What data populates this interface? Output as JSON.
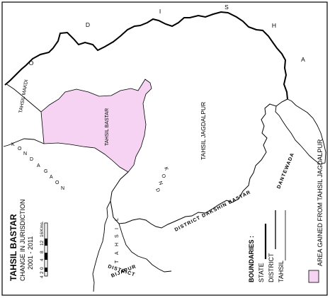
{
  "colors": {
    "area_gained": "#f6d3f2",
    "line": "#000000",
    "background": "#ffffff"
  },
  "labels": {
    "title": "TAHSIL BASTAR",
    "subtitle1": "CHANGE IN JURISDICTION",
    "subtitle2": "2001 - 2011",
    "odisha": [
      "O",
      "D",
      "I",
      "S",
      "H",
      "A"
    ],
    "tahsil_makdi": "TAHSIL MAKDI",
    "kondagaon": [
      "K",
      "O",
      "N",
      "D",
      "A",
      "G",
      "A",
      "O",
      "N"
    ],
    "tahsil_bastar": "TAHSIL BASTAR",
    "tahsil_jagdalpur": "TAHSIL JAGDALPUR",
    "dantewada": "DANTEWADA",
    "district_dakshin_bastar": "DISTRICT  DAKSHIN BASTAR",
    "tahsil_letters": [
      "T",
      "A",
      "H",
      "S",
      "I",
      "L"
    ],
    "district_word": "DISTRICT",
    "bijapur": "BIJAPUR"
  },
  "scale_bar": {
    "ticks": [
      "4",
      "2",
      "0",
      "4",
      "8",
      "12",
      "16"
    ],
    "unit": "Kms."
  },
  "legend": {
    "heading": "BOUNDARIES :",
    "items": [
      {
        "label": "STATE",
        "style": "thick"
      },
      {
        "label": "DISTRICT",
        "style": "medium"
      },
      {
        "label": "TAHSIL",
        "style": "thin"
      }
    ],
    "area_label": "AREA GAINED FROM TAHSIL JAGDALPUR"
  }
}
